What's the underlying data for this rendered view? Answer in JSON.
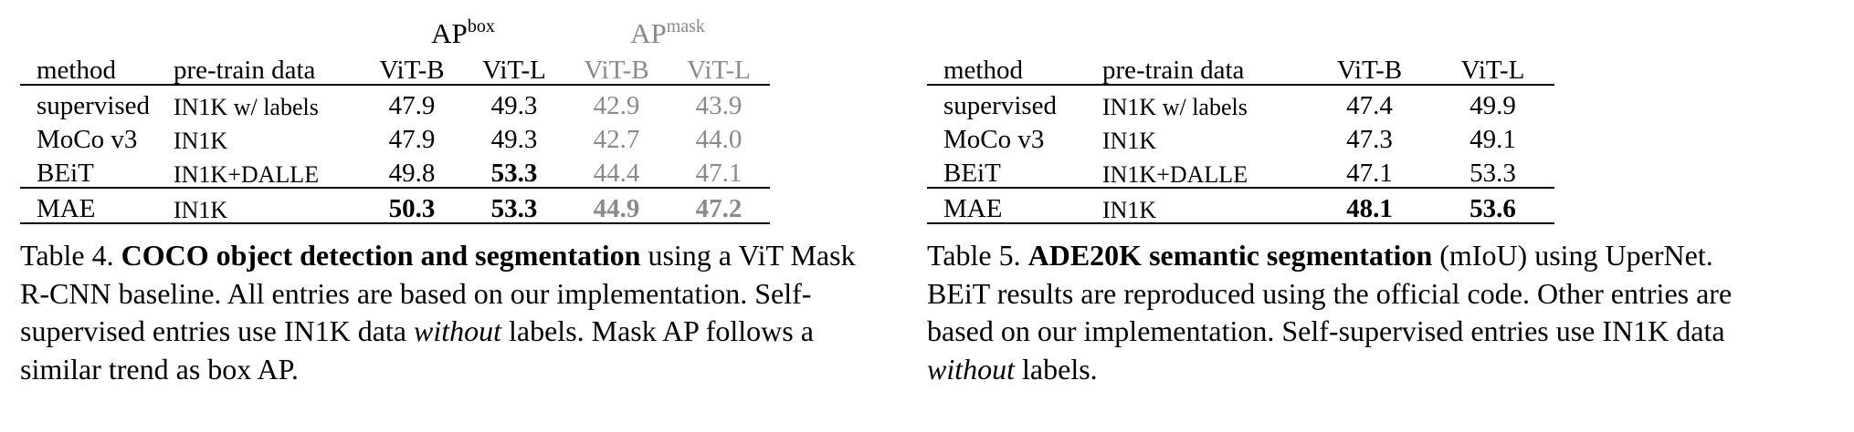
{
  "table4": {
    "group_headers": {
      "box": {
        "base": "AP",
        "sup": "box"
      },
      "mask": {
        "base": "AP",
        "sup": "mask"
      }
    },
    "columns": {
      "method": "method",
      "data": "pre-train data",
      "box_b": "ViT-B",
      "box_l": "ViT-L",
      "mask_b": "ViT-B",
      "mask_l": "ViT-L"
    },
    "rows": [
      {
        "method": "supervised",
        "data": "IN1K w/ labels",
        "box_b": "47.9",
        "box_l": "49.3",
        "mask_b": "42.9",
        "mask_l": "43.9"
      },
      {
        "method": "MoCo v3",
        "data": "IN1K",
        "box_b": "47.9",
        "box_l": "49.3",
        "mask_b": "42.7",
        "mask_l": "44.0"
      },
      {
        "method": "BEiT",
        "data": "IN1K+DALLE",
        "box_b": "49.8",
        "box_l": "53.3",
        "mask_b": "44.4",
        "mask_l": "47.1"
      },
      {
        "method": "MAE",
        "data": "IN1K",
        "box_b": "50.3",
        "box_l": "53.3",
        "mask_b": "44.9",
        "mask_l": "47.2"
      }
    ],
    "caption": {
      "label": "Table 4.",
      "title": "COCO object detection and segmentation",
      "text1": " using a ViT Mask R-CNN baseline. All entries are based on our implementation. Self-supervised entries use IN1K data ",
      "italic": "without",
      "text2": " labels. Mask AP follows a similar trend as box AP."
    },
    "colors": {
      "gray_text": "#8a8a8a"
    }
  },
  "table5": {
    "columns": {
      "method": "method",
      "data": "pre-train data",
      "vit_b": "ViT-B",
      "vit_l": "ViT-L"
    },
    "rows": [
      {
        "method": "supervised",
        "data": "IN1K w/ labels",
        "vit_b": "47.4",
        "vit_l": "49.9"
      },
      {
        "method": "MoCo v3",
        "data": "IN1K",
        "vit_b": "47.3",
        "vit_l": "49.1"
      },
      {
        "method": "BEiT",
        "data": "IN1K+DALLE",
        "vit_b": "47.1",
        "vit_l": "53.3"
      },
      {
        "method": "MAE",
        "data": "IN1K",
        "vit_b": "48.1",
        "vit_l": "53.6"
      }
    ],
    "caption": {
      "label": "Table 5.",
      "title": "ADE20K semantic segmentation",
      "text1": " (mIoU) using UperNet. BEiT results are reproduced using the official code. Other entries are based on our implementation. Self-supervised entries use IN1K data ",
      "italic": "without",
      "text2": " labels."
    }
  }
}
